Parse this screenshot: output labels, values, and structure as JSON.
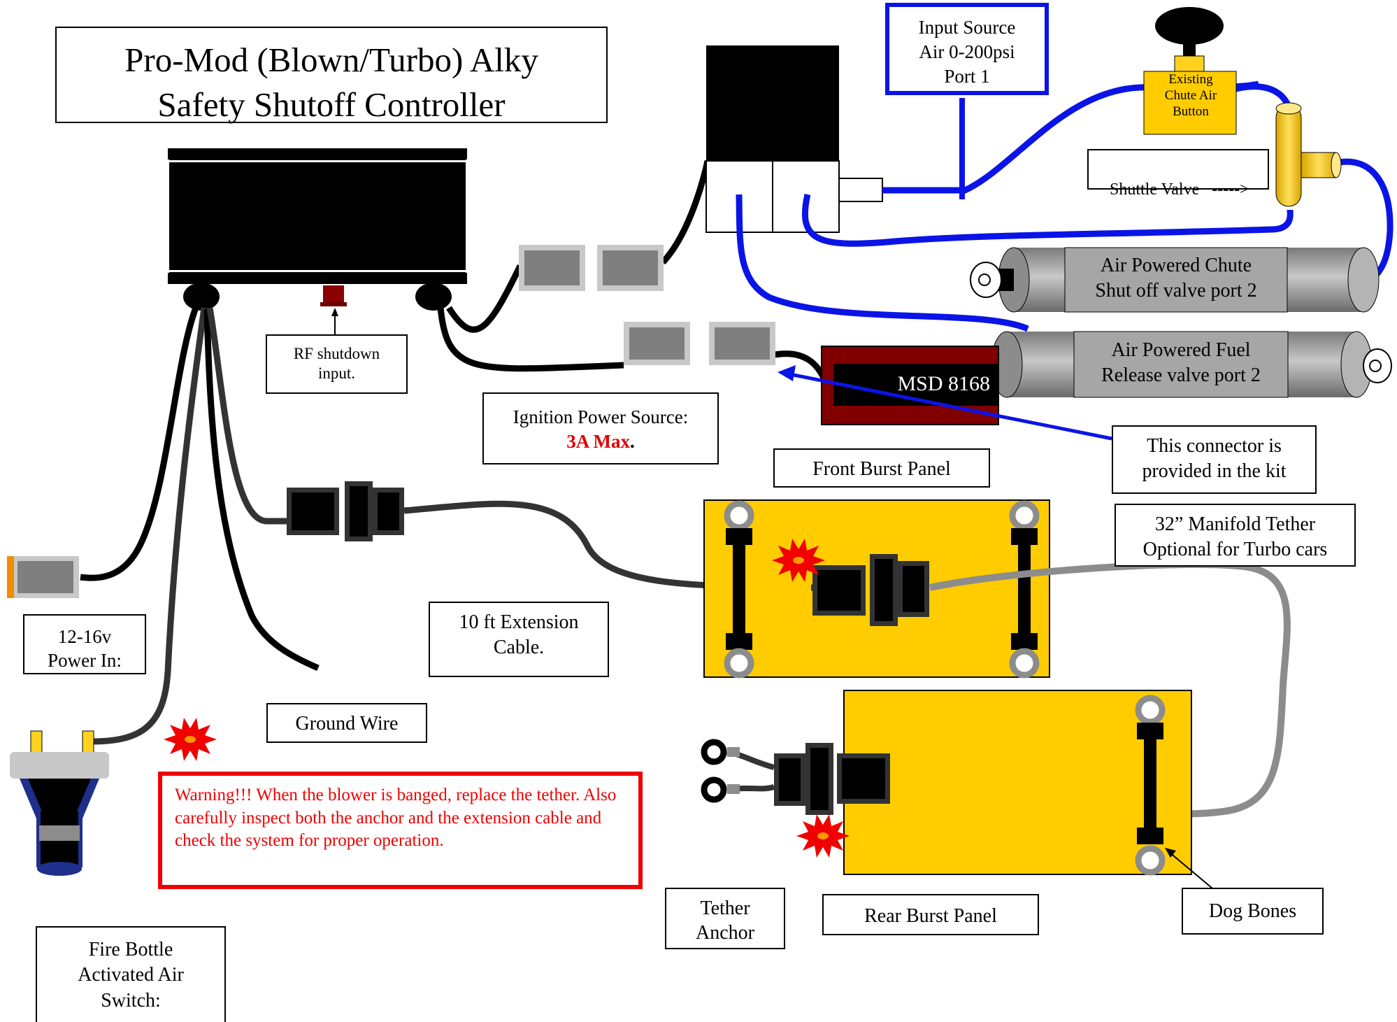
{
  "title": {
    "line1": "Pro-Mod (Blown/Turbo) Alky",
    "line2": "Safety Shutoff Controller"
  },
  "labels": {
    "input_source": [
      "Input Source",
      "Air 0-200psi",
      "Port 1"
    ],
    "existing_button": [
      "Existing",
      "Chute Air",
      "Button"
    ],
    "shuttle_valve": "Shuttle Valve   ----->",
    "chute_valve": [
      "Air Powered Chute",
      "Shut off valve port 2"
    ],
    "fuel_valve": [
      "Air Powered Fuel",
      "Release valve port 2"
    ],
    "msd": "MSD 8168",
    "rf_shutdown": [
      "RF shutdown",
      "input."
    ],
    "ignition_power": "Ignition Power Source:",
    "ignition_max": "3A Max",
    "ignition_period": ".",
    "connector_note": [
      "This connector is",
      "provided in the kit"
    ],
    "front_burst_panel": "Front Burst Panel",
    "manifold_tether": [
      "32” Manifold Tether",
      "Optional for Turbo cars"
    ],
    "power_in": [
      "12-16v",
      "Power In:"
    ],
    "extension_cable": [
      "10 ft Extension",
      "Cable."
    ],
    "ground_wire": "Ground Wire",
    "warning": "Warning!!!  When the blower is banged, replace the tether. Also carefully inspect both the anchor and the extension cable and check the system for proper operation.",
    "tether_anchor": [
      "Tether",
      "Anchor"
    ],
    "rear_burst_panel": "Rear Burst Panel",
    "dog_bones": "Dog Bones",
    "fire_bottle": [
      "Fire Bottle",
      "Activated Air",
      "Switch:"
    ]
  },
  "colors": {
    "air_line": "#0a14e6",
    "panel": "#ffcc00",
    "warning": "#f00000",
    "msd_body": "#800000",
    "valve_body": "#a6a6a6"
  }
}
